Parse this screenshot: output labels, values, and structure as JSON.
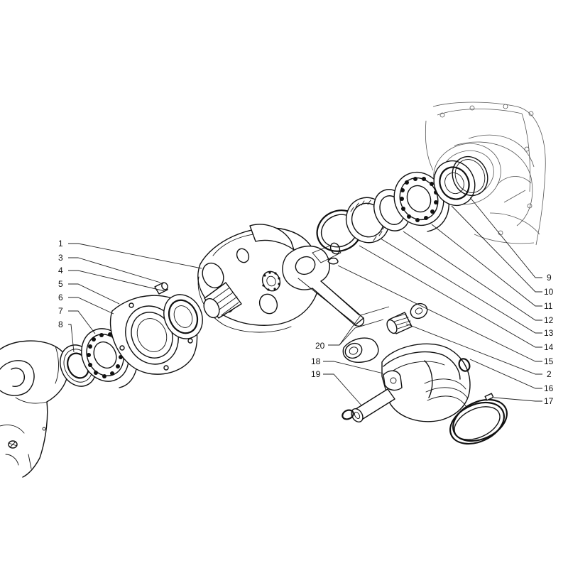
{
  "diagram": {
    "callouts": [
      {
        "id": "c1",
        "text": "1"
      },
      {
        "id": "c3",
        "text": "3"
      },
      {
        "id": "c4",
        "text": "4"
      },
      {
        "id": "c5",
        "text": "5"
      },
      {
        "id": "c6",
        "text": "6"
      },
      {
        "id": "c7",
        "text": "7"
      },
      {
        "id": "c8",
        "text": "8"
      },
      {
        "id": "c9",
        "text": "9"
      },
      {
        "id": "c10",
        "text": "10"
      },
      {
        "id": "c11",
        "text": "11"
      },
      {
        "id": "c12",
        "text": "12"
      },
      {
        "id": "c13",
        "text": "13"
      },
      {
        "id": "c14",
        "text": "14"
      },
      {
        "id": "c15",
        "text": "15"
      },
      {
        "id": "c2",
        "text": "2"
      },
      {
        "id": "c16",
        "text": "16"
      },
      {
        "id": "c17",
        "text": "17"
      },
      {
        "id": "c18",
        "text": "18"
      },
      {
        "id": "c19",
        "text": "19"
      },
      {
        "id": "c20",
        "text": "20"
      }
    ]
  }
}
